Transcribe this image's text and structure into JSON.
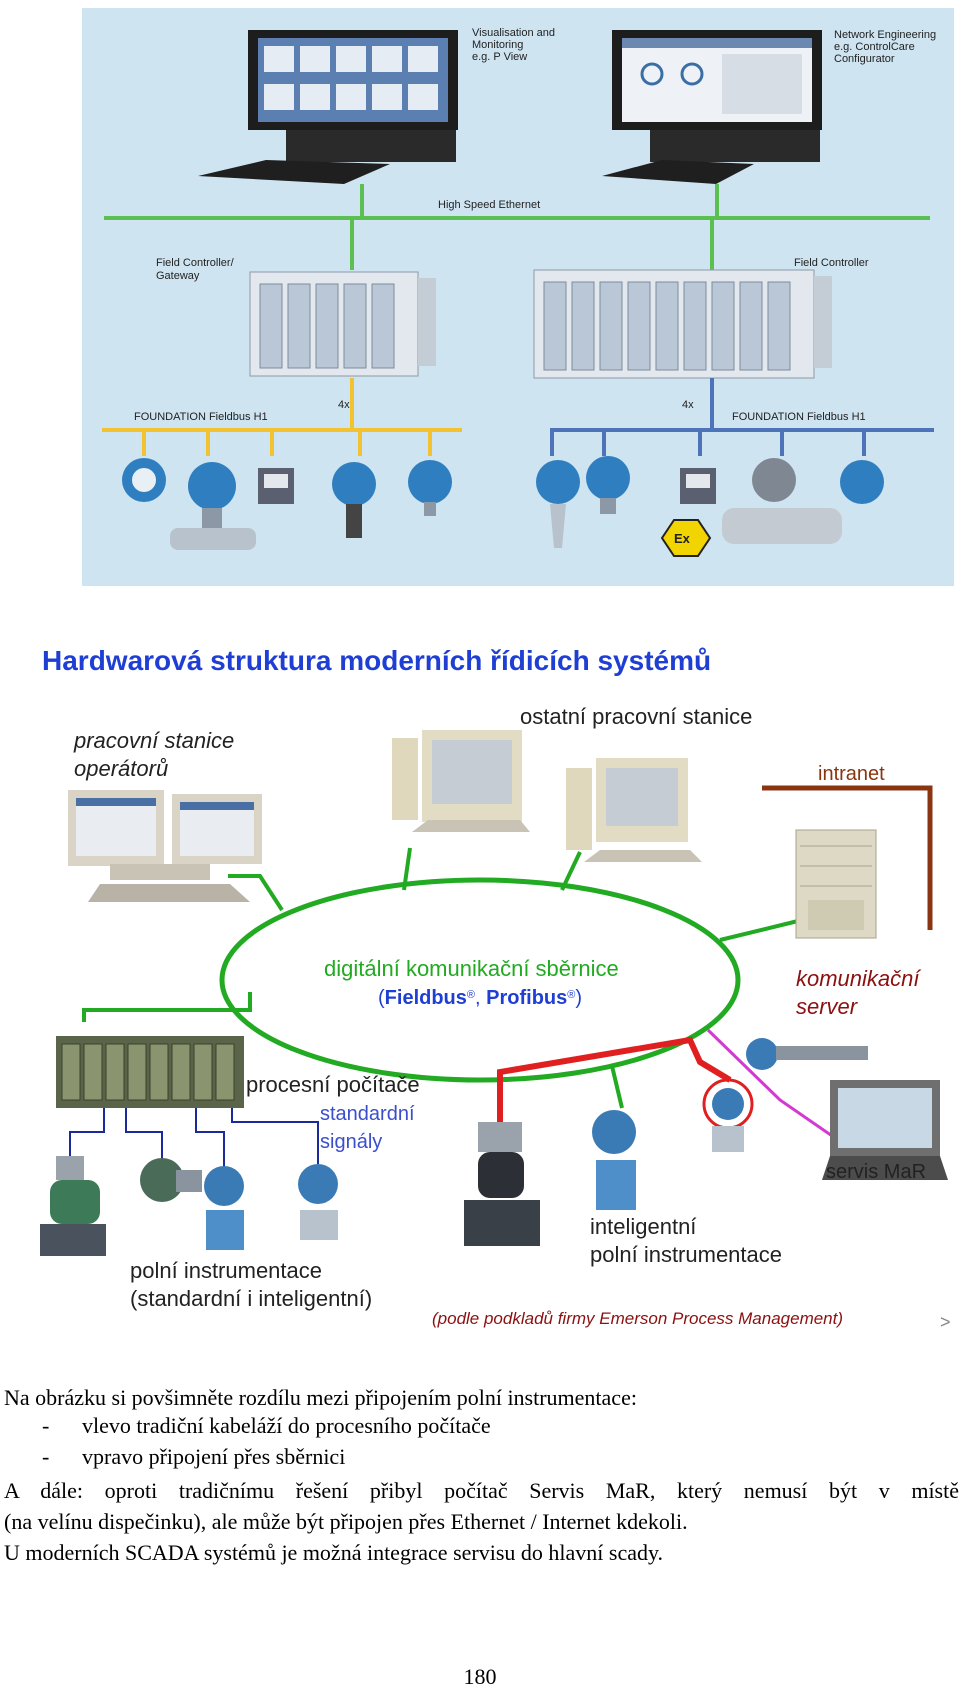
{
  "figure1": {
    "label_visualisation": "Visualisation and",
    "label_monitoring": "Monitoring",
    "label_pview": "e.g. P View",
    "label_network": "Network Engineering",
    "label_controlcare": "e.g. ControlCare",
    "label_configurator": "Configurator",
    "label_ethernet": "High Speed Ethernet",
    "label_field_controller_gateway_1": "Field Controller/",
    "label_field_controller_gateway_2": "Gateway",
    "label_field_controller": "Field Controller",
    "label_4x_left": "4x",
    "label_4x_right": "4x",
    "label_fieldbus_left": "FOUNDATION Fieldbus  H1",
    "label_fieldbus_right": "FOUNDATION Fieldbus H1",
    "ex_symbol": "Ex"
  },
  "figure2": {
    "title": "Hardwarová struktura moderních řídicích systémů",
    "operator_ws_1": "pracovní stanice",
    "operator_ws_2": "operátorů",
    "other_ws": "ostatní pracovní stanice",
    "intranet": "intranet",
    "bus_1": "digitální komunikační sběrnice",
    "bus_2_pre": "(",
    "bus_fieldbus": "Fieldbus",
    "reg": "®",
    "bus_comma": ", ",
    "bus_profibus": "Profibus",
    "bus_end": ")",
    "comm_server_1": "komunikační",
    "comm_server_2": "server",
    "process_pc": "procesní počítače",
    "std_signals_1": "standardní",
    "std_signals_2": "signály",
    "service": "servis MaR",
    "field_instr_1": "polní instrumentace",
    "field_instr_2": "(standardní i inteligentní)",
    "smart_instr_1": "inteligentní",
    "smart_instr_2": "polní instrumentace",
    "source": "(podle podkladů firmy Emerson Process Management)",
    "arrow": ">"
  },
  "text": {
    "line1": "Na obrázku si povšimněte rozdílu mezi připojením polní instrumentace:",
    "bullet_dash": "-",
    "bullet1": "vlevo tradiční kabeláží do procesního počítače",
    "bullet2": "vpravo připojení přes sběrnici",
    "line4": "A dále: oproti tradičnímu řešení přibyl počítač Servis MaR, který nemusí být v místě",
    "line5": "(na velínu dispečinku), ale může být připojen přes Ethernet / Internet kdekoli.",
    "line6": "U moderních SCADA systémů je možná integrace servisu do hlavní scady."
  },
  "page_number": "180",
  "colors": {
    "fig1_bg": "#cfe4f1",
    "ethernet_green": "#5bbf52",
    "fieldbus_yellow": "#f2c230",
    "fieldbus_blue": "#4d74b8",
    "title_blue": "#1f3fd4",
    "bus_green": "#22aa22",
    "intranet_brown": "#8b3510",
    "red": "#e02020",
    "magenta": "#d23ad2",
    "navy": "#1a2a9a"
  }
}
